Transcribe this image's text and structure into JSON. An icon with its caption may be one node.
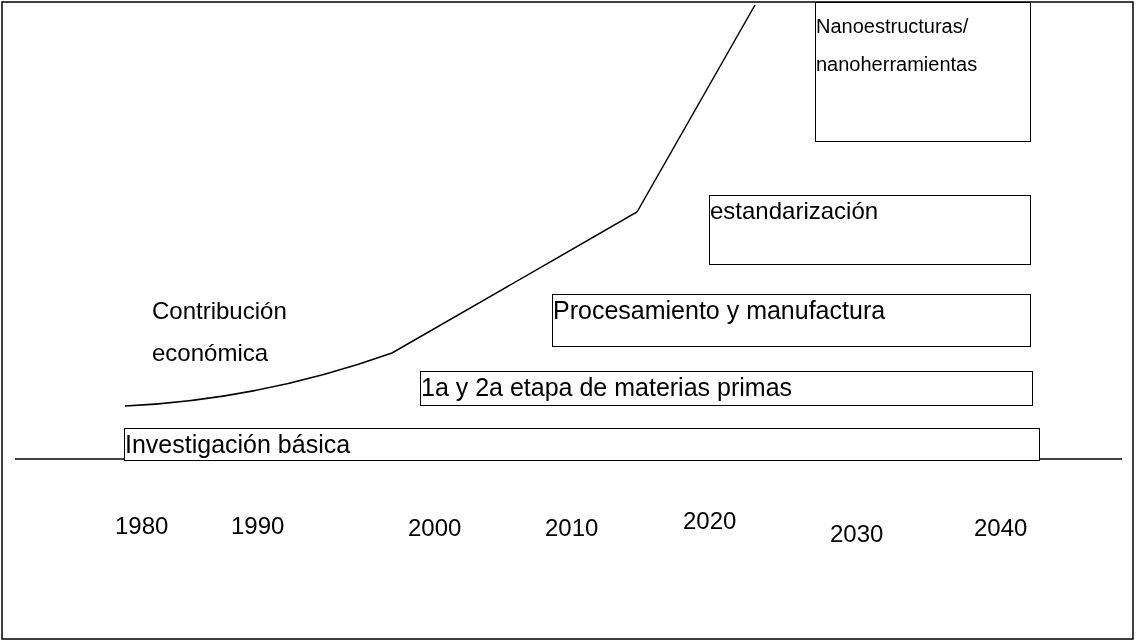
{
  "diagram": {
    "nodes": [
      {
        "text": [
          "Nanoestructuras/ nanoherramientas"
        ]
      },
      {
        "text": [
          "estandarización"
        ]
      },
      {
        "text": [
          "Procesamiento y manufactura"
        ]
      },
      {
        "text": [
          "1a y 2a etapa de materias primas"
        ]
      },
      {
        "text": [
          "Investigación básica"
        ]
      }
    ],
    "labels": [
      "Contribución económica",
      "1980",
      "1990",
      "2000",
      "2010",
      "2020",
      "2030",
      "2040"
    ]
  }
}
